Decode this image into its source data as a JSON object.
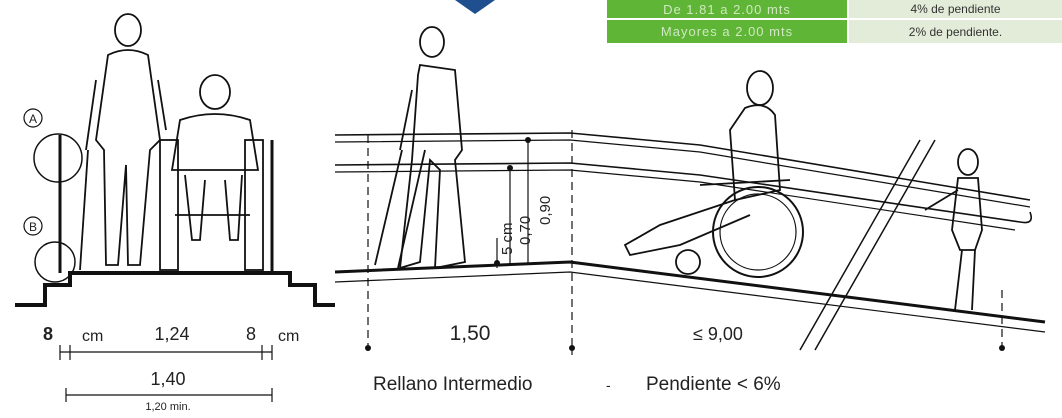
{
  "slope_table": {
    "rows": [
      {
        "length": "De 1.81 a 2.00 mts",
        "slope": "4% de pendiente"
      },
      {
        "length": "Mayores a 2.00 mts",
        "slope": "2% de pendiente."
      }
    ]
  },
  "left_section": {
    "marker_a": "A",
    "marker_b": "B",
    "dim_left_8": "8",
    "dim_left_cm": "cm",
    "dim_width": "1,24",
    "dim_right_8": "8",
    "dim_right_cm": "cm",
    "dim_total": "1,40",
    "dim_min": "1,20  min."
  },
  "ramp_section": {
    "height_5cm": "5 cm",
    "height_070": "0,70",
    "height_090": "0,90",
    "landing_length": "1,50",
    "ramp_length": "≤ 9,00",
    "landing_label": "Rellano Intermedio",
    "separator": "-",
    "slope_label": "Pendiente < 6%"
  }
}
